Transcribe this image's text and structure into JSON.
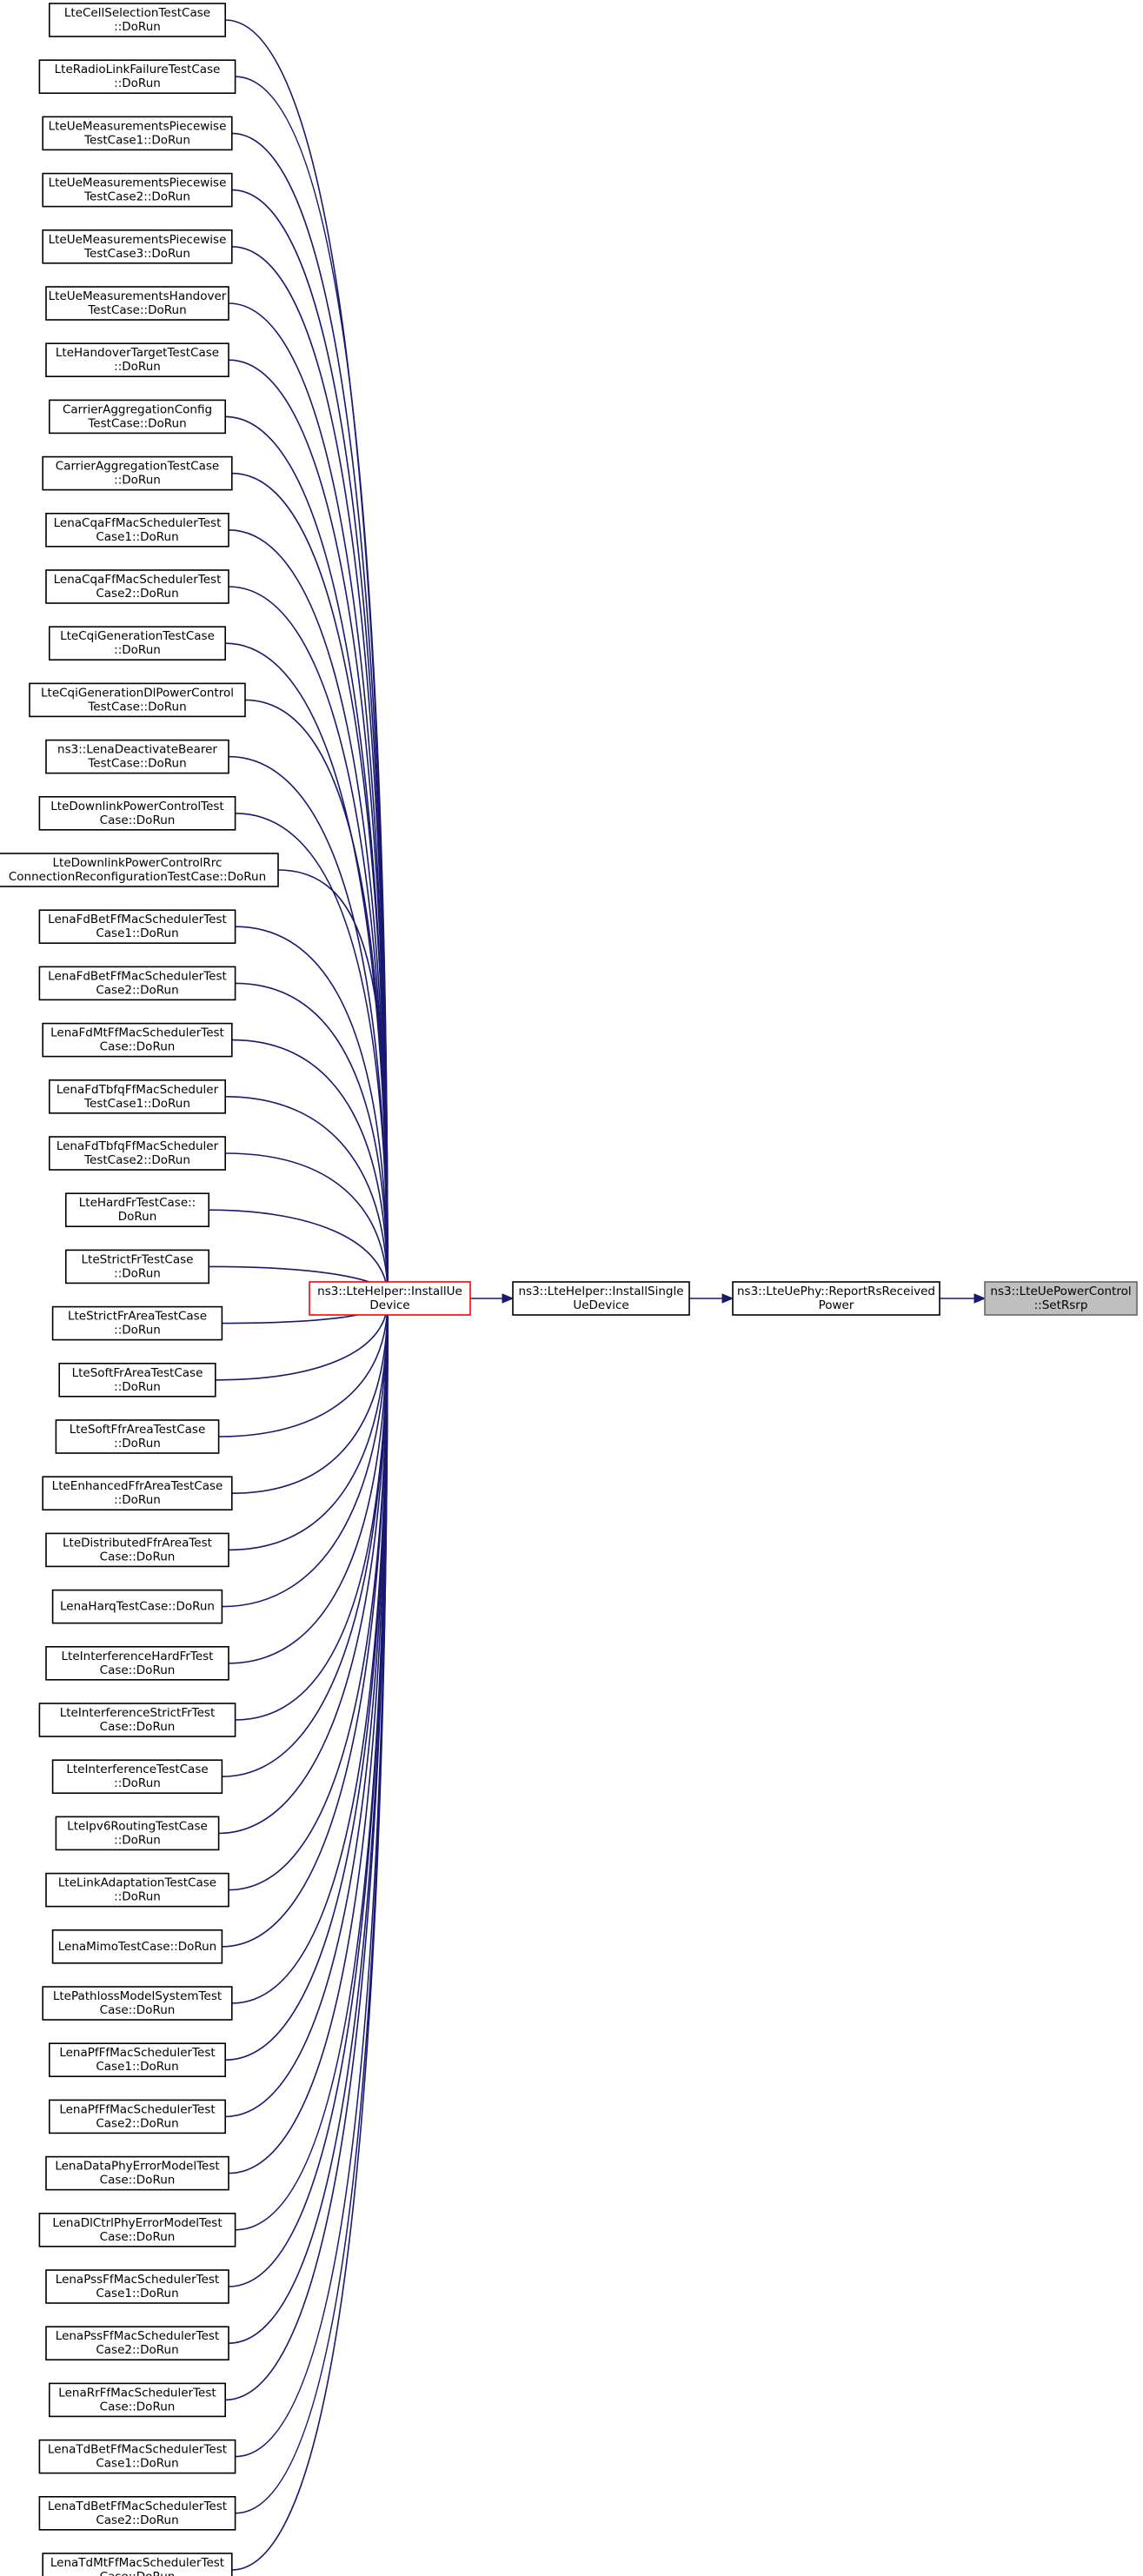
{
  "graph": {
    "title": "",
    "root": "ns3::LteUePowerControl::SetRsrp",
    "chain": [
      {
        "id": "set_rsrp",
        "lines": [
          "ns3::LteUePowerControl",
          "::SetRsrp"
        ]
      },
      {
        "id": "report_rs_received_power",
        "lines": [
          "ns3::LteUePhy::ReportRsReceived",
          "Power"
        ]
      },
      {
        "id": "install_single_ue_device",
        "lines": [
          "ns3::LteHelper::InstallSingle",
          "UeDevice"
        ]
      },
      {
        "id": "install_ue_device",
        "lines": [
          "ns3::LteHelper::InstallUe",
          "Device"
        ]
      }
    ],
    "callers": [
      [
        "LteCellSelectionTestCase",
        "::DoRun"
      ],
      [
        "LteRadioLinkFailureTestCase",
        "::DoRun"
      ],
      [
        "LteUeMeasurementsPiecewise",
        "TestCase1::DoRun"
      ],
      [
        "LteUeMeasurementsPiecewise",
        "TestCase2::DoRun"
      ],
      [
        "LteUeMeasurementsPiecewise",
        "TestCase3::DoRun"
      ],
      [
        "LteUeMeasurementsHandover",
        "TestCase::DoRun"
      ],
      [
        "LteHandoverTargetTestCase",
        "::DoRun"
      ],
      [
        "CarrierAggregationConfig",
        "TestCase::DoRun"
      ],
      [
        "CarrierAggregationTestCase",
        "::DoRun"
      ],
      [
        "LenaCqaFfMacSchedulerTest",
        "Case1::DoRun"
      ],
      [
        "LenaCqaFfMacSchedulerTest",
        "Case2::DoRun"
      ],
      [
        "LteCqiGenerationTestCase",
        "::DoRun"
      ],
      [
        "LteCqiGenerationDlPowerControl",
        "TestCase::DoRun"
      ],
      [
        "ns3::LenaDeactivateBearer",
        "TestCase::DoRun"
      ],
      [
        "LteDownlinkPowerControlTest",
        "Case::DoRun"
      ],
      [
        "LteDownlinkPowerControlRrc",
        "ConnectionReconfigurationTestCase::DoRun"
      ],
      [
        "LenaFdBetFfMacSchedulerTest",
        "Case1::DoRun"
      ],
      [
        "LenaFdBetFfMacSchedulerTest",
        "Case2::DoRun"
      ],
      [
        "LenaFdMtFfMacSchedulerTest",
        "Case::DoRun"
      ],
      [
        "LenaFdTbfqFfMacScheduler",
        "TestCase1::DoRun"
      ],
      [
        "LenaFdTbfqFfMacScheduler",
        "TestCase2::DoRun"
      ],
      [
        "LteHardFrTestCase::",
        "DoRun"
      ],
      [
        "LteStrictFrTestCase",
        "::DoRun"
      ],
      [
        "LteStrictFrAreaTestCase",
        "::DoRun"
      ],
      [
        "LteSoftFrAreaTestCase",
        "::DoRun"
      ],
      [
        "LteSoftFfrAreaTestCase",
        "::DoRun"
      ],
      [
        "LteEnhancedFfrAreaTestCase",
        "::DoRun"
      ],
      [
        "LteDistributedFfrAreaTest",
        "Case::DoRun"
      ],
      [
        "LenaHarqTestCase::DoRun"
      ],
      [
        "LteInterferenceHardFrTest",
        "Case::DoRun"
      ],
      [
        "LteInterferenceStrictFrTest",
        "Case::DoRun"
      ],
      [
        "LteInterferenceTestCase",
        "::DoRun"
      ],
      [
        "LteIpv6RoutingTestCase",
        "::DoRun"
      ],
      [
        "LteLinkAdaptationTestCase",
        "::DoRun"
      ],
      [
        "LenaMimoTestCase::DoRun"
      ],
      [
        "LtePathlossModelSystemTest",
        "Case::DoRun"
      ],
      [
        "LenaPfFfMacSchedulerTest",
        "Case1::DoRun"
      ],
      [
        "LenaPfFfMacSchedulerTest",
        "Case2::DoRun"
      ],
      [
        "LenaDataPhyErrorModelTest",
        "Case::DoRun"
      ],
      [
        "LenaDlCtrlPhyErrorModelTest",
        "Case::DoRun"
      ],
      [
        "LenaPssFfMacSchedulerTest",
        "Case1::DoRun"
      ],
      [
        "LenaPssFfMacSchedulerTest",
        "Case2::DoRun"
      ],
      [
        "LenaRrFfMacSchedulerTest",
        "Case::DoRun"
      ],
      [
        "LenaTdBetFfMacSchedulerTest",
        "Case1::DoRun"
      ],
      [
        "LenaTdBetFfMacSchedulerTest",
        "Case2::DoRun"
      ],
      [
        "LenaTdMtFfMacSchedulerTest",
        "Case::DoRun"
      ]
    ],
    "colors": {
      "edge": "#191970",
      "highlight_border": "#ff0000",
      "root_fill": "#bfbfbf",
      "root_border": "#666666"
    }
  }
}
